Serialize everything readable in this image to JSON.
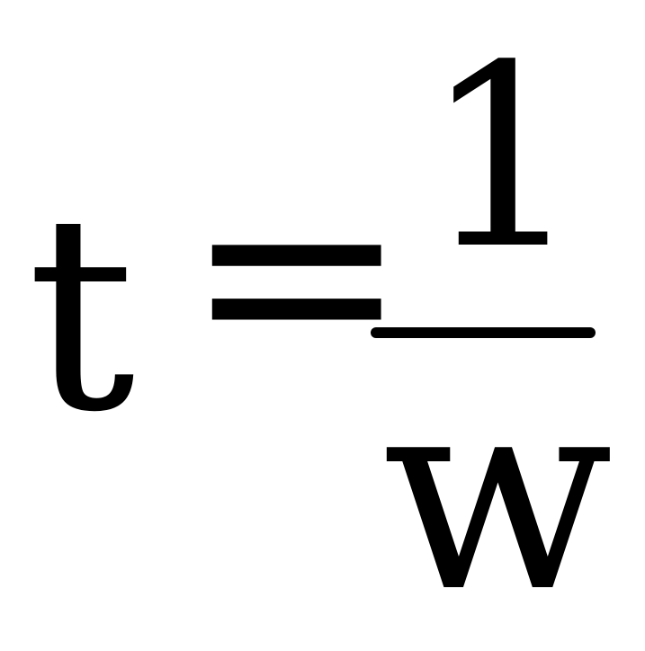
{
  "formula": {
    "lhs": "t",
    "relation": "=",
    "numerator": "1",
    "denominator": "w"
  }
}
